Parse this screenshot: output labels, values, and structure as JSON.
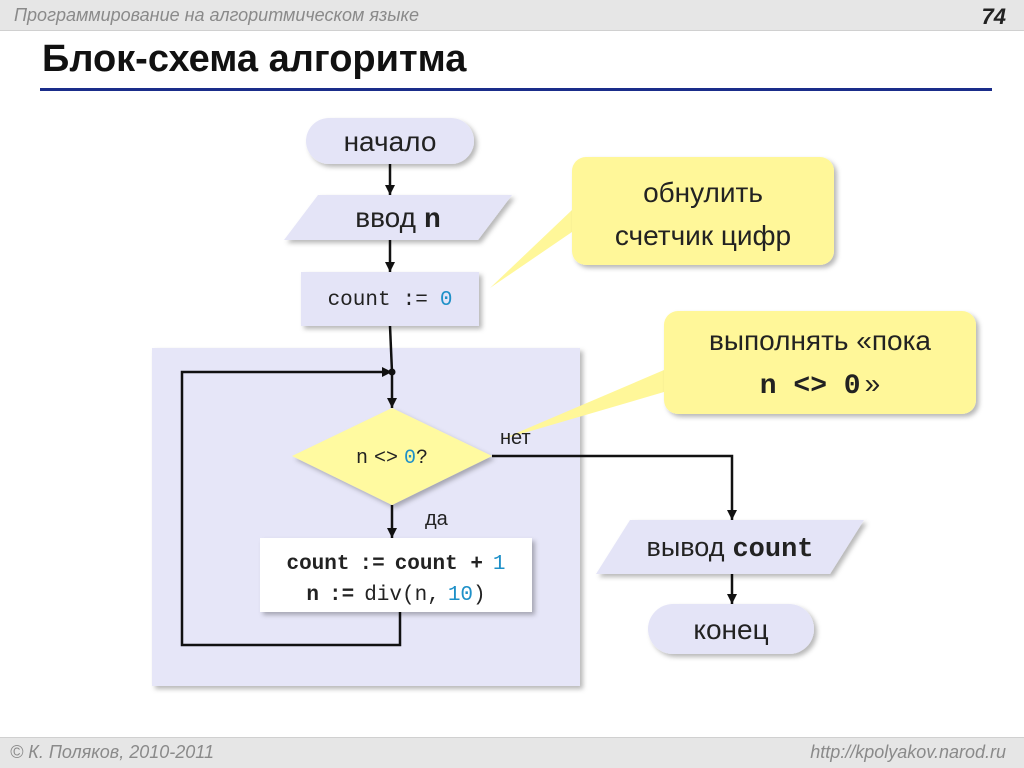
{
  "header": {
    "course": "Программирование на алгоритмическом языке",
    "page_number": "74"
  },
  "title": "Блок-схема алгоритма",
  "footer": {
    "author": "© К. Поляков, 2010-2011",
    "site": "http://kpolyakov.narod.ru"
  },
  "diagram": {
    "start": "начало",
    "input_keyword": "ввод",
    "input_var": "n",
    "init_var": "count",
    "init_op": ":=",
    "init_value": "0",
    "cond_var": "n",
    "cond_op": "<>",
    "cond_value": "0",
    "cond_mark": "?",
    "yes_label": "да",
    "no_label": "нет",
    "body_line1_lhs": "count",
    "body_line1_op": ":=",
    "body_line1_expr": "count +",
    "body_line1_num": "1",
    "body_line2_lhs": "n",
    "body_line2_op": ":=",
    "body_line2_call": "div(n,",
    "body_line2_num": "10",
    "body_line2_close": ")",
    "output_keyword": "вывод",
    "output_var": "count",
    "end": "конец"
  },
  "callouts": {
    "reset": {
      "line1": "обнулить",
      "line2": "счетчик цифр"
    },
    "loop": {
      "line1": "выполнять «пока",
      "line2_code": "n <> 0",
      "line2_end": "»"
    }
  },
  "colors": {
    "title_rule": "#1a2d8a",
    "block_fill": "#e4e4f7",
    "loop_region": "#e6e6f8",
    "decision_fill": "#fffaa0",
    "callout_fill": "#fff799",
    "number_blue": "#1e90c8"
  }
}
